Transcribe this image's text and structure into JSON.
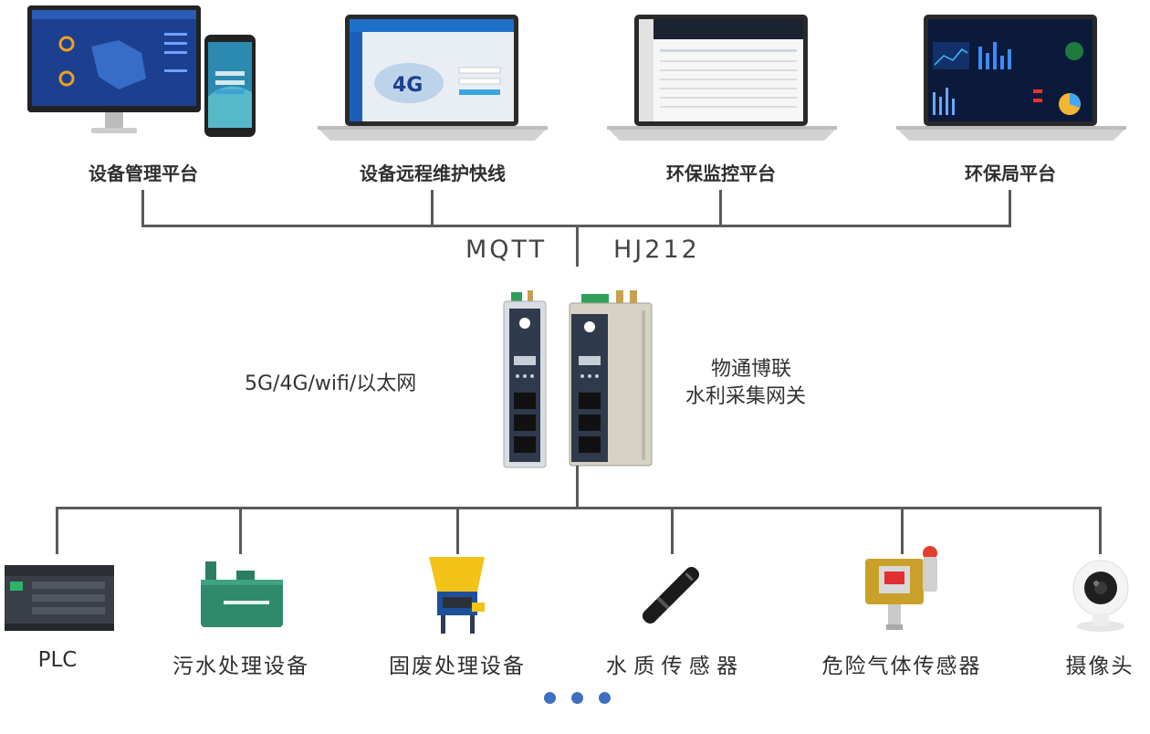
{
  "platforms": [
    {
      "label": "设备管理平台",
      "icon": "monitor-phone-icon"
    },
    {
      "label": "设备远程维护快线",
      "icon": "laptop-icon"
    },
    {
      "label": "环保监控平台",
      "icon": "laptop-icon"
    },
    {
      "label": "环保局平台",
      "icon": "laptop-dashboard-icon"
    }
  ],
  "protocols": {
    "left": "MQTT",
    "right": "HJ212"
  },
  "gateway": {
    "connectivity": "5G/4G/wifi/以太网",
    "name_line1": "物通博联",
    "name_line2": "水利采集网关",
    "icon": "gateway-device-icon"
  },
  "devices": [
    {
      "label": "PLC",
      "icon": "plc-icon"
    },
    {
      "label": "污水处理设备",
      "icon": "sewage-tank-icon"
    },
    {
      "label": "固废处理设备",
      "icon": "shredder-icon"
    },
    {
      "label": "水 质 传 感 器",
      "icon": "water-sensor-icon"
    },
    {
      "label": "危险气体传感器",
      "icon": "gas-detector-icon"
    },
    {
      "label": "摄像头",
      "icon": "camera-icon"
    }
  ],
  "more_indicator": "pagination-dots",
  "colors": {
    "accent": "#3f6fc2",
    "line": "#5a5a5a",
    "screen": "#1d3f8f"
  }
}
